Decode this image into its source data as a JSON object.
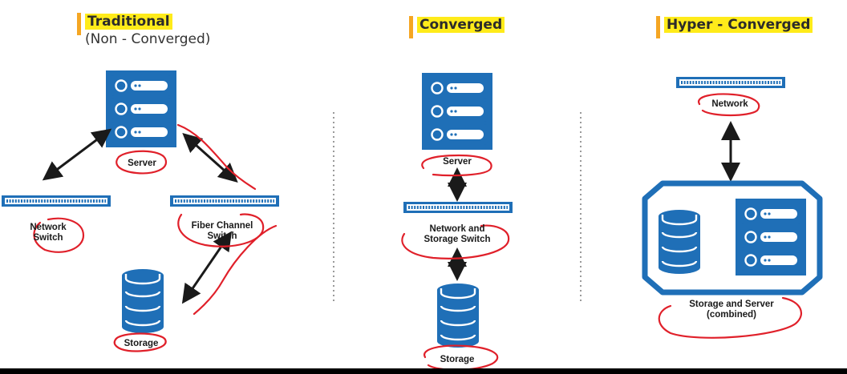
{
  "columns": {
    "traditional": {
      "title": "Traditional",
      "subtitle": "(Non - Converged)"
    },
    "converged": {
      "title": "Converged"
    },
    "hyper": {
      "title": "Hyper - Converged"
    }
  },
  "labels": {
    "trad_server": "Server",
    "trad_network_switch_1": "Network",
    "trad_network_switch_2": "Switch",
    "trad_fc_switch_1": "Fiber Channel",
    "trad_fc_switch_2": "Switch",
    "trad_storage": "Storage",
    "conv_server": "Server",
    "conv_switch_1": "Network and",
    "conv_switch_2": "Storage Switch",
    "conv_storage": "Storage",
    "hyper_network": "Network",
    "hyper_combined_1": "Storage and Server",
    "hyper_combined_2": "(combined)"
  },
  "colors": {
    "device_blue": "#1f6fb7",
    "highlight_yellow": "#ffeb1a",
    "accent_orange": "#f5a623",
    "annotation_red": "#e0202a"
  }
}
